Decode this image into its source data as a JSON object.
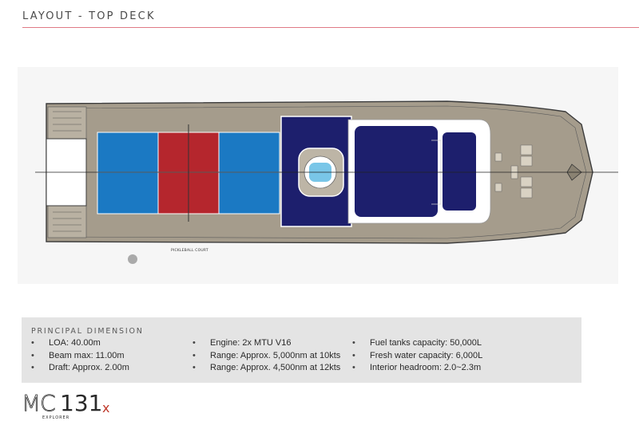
{
  "header": {
    "title": "LAYOUT - TOP DECK"
  },
  "plan": {
    "court_label": "PICKLEBALL COURT",
    "colors": {
      "deck": "#a59c8c",
      "deck_edge": "#3b3b3b",
      "court_blue": "#1b79c3",
      "court_red": "#b5262d",
      "navy": "#1d1f6d",
      "hot_tub_water": "#79c6e8",
      "accent_line": "#e07a85"
    }
  },
  "specs": {
    "heading": "PRINCIPAL DIMENSION",
    "bullet": "•",
    "columns": [
      [
        "LOA: 40.00m",
        "Beam max: 11.00m",
        "Draft: Approx. 2.00m"
      ],
      [
        "Engine: 2x MTU V16",
        "Range: Approx. 5,000nm at 10kts",
        "Range: Approx. 4,500nm at 12kts"
      ],
      [
        "Fuel tanks capacity: 50,000L",
        "Fresh water capacity: 6,000L",
        "Interior headroom: 2.0~2.3m"
      ]
    ]
  },
  "logo": {
    "mc": "MC",
    "number": "131",
    "suffix": "x",
    "sub": "EXPLORER"
  }
}
